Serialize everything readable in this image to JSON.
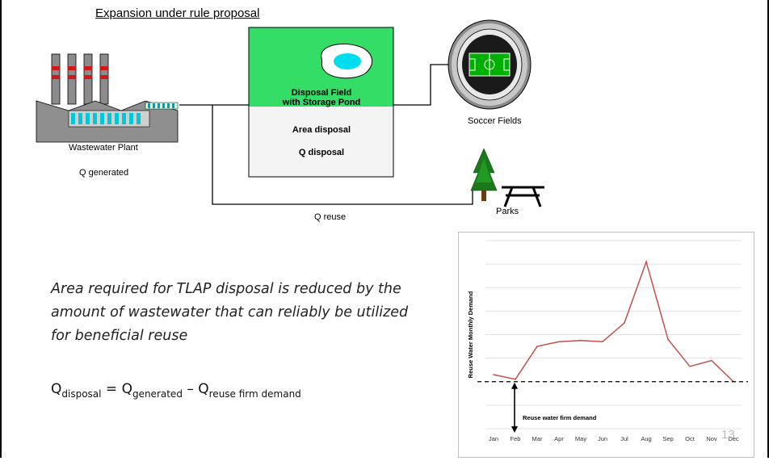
{
  "title": "Expansion under rule proposal",
  "plant": {
    "label": "Wastewater Plant",
    "flow_label": "Q generated"
  },
  "disposal": {
    "field_label_line1": "Disposal Field",
    "field_label_line2": "with Storage Pond",
    "area_label": "Area disposal",
    "flow_label": "Q disposal"
  },
  "reuse": {
    "pipe_label": "Q reuse",
    "soccer_label": "Soccer Fields",
    "parks_label": "Parks"
  },
  "statement": "Area required for TLAP disposal is reduced by the amount of wastewater that can reliably be utilized for beneficial reuse",
  "formula": {
    "q": "Q",
    "disposal_sub": "disposal",
    "equals": " = ",
    "generated_sub": "generated",
    "minus": " – ",
    "reuse_sub": "reuse firm demand"
  },
  "colors": {
    "field_green": "#33dd66",
    "pond_cyan": "#00ddee",
    "tree_green": "#1a7a1a",
    "chart_line": "#c0504d"
  },
  "chart_data": {
    "type": "line",
    "ylabel": "Reuse Water Monthly Demand",
    "xlabel": "",
    "categories": [
      "Jan",
      "Feb",
      "Mar",
      "Apr",
      "May",
      "Jun",
      "Jul",
      "Aug",
      "Sep",
      "Oct",
      "Nov",
      "Dec"
    ],
    "series": [
      {
        "values": [
          2.3,
          2.1,
          3.5,
          3.7,
          3.75,
          3.7,
          4.5,
          7.1,
          3.8,
          2.65,
          2.9,
          2.0
        ]
      }
    ],
    "ylim": [
      0,
      8
    ],
    "firm_demand": 2.0,
    "firm_demand_label": "Reuse water firm demand",
    "grid": true
  },
  "page_number": "13"
}
